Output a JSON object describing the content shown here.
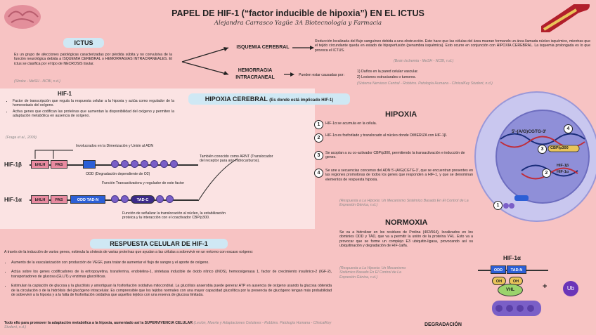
{
  "header": {
    "title": "PAPEL DE HIF-1 (“factor inducible de hipoxia”) EN EL ICTUS",
    "subtitle": "Alejandra Carrasco Yagüe 3A Biotecnología y Farmacia"
  },
  "ictus": {
    "label": "ICTUS",
    "text": "Es un grupo de afecciones patológicas caracterizadas por pérdida súbita y no convulsiva de la función neurológica debida a ISQUEMIA CEREBRAL o HEMORRAGIAS INTRACRANEALES. El ictus se clasifica por el tipo de NECROSIS tisular.",
    "cite": "(Stroke - MeSH - NCBI, n.d.)",
    "isquemia_label": "ISQUEMIA CEREBRAL",
    "hemorragia_label": "HEMORRAGIA INTRACRANEAL",
    "isquemia_text": "Reducción localizada del flujo sanguíneo debida a una obstrucción. Esto hace que las células del área mueran formando un área llamada núcleo isquémico, mientras que el tejido circundante queda en estado de hipoperfusión (penumbra isquémica). Esto ocurre en conjunción con HIPOXIA CEREBRAL. La isquemia prolongada es lo que provoca el ICTUS.",
    "isquemia_cite": "(Brain Ischemia - MeSH - NCBI, n.d.)",
    "hemorragia_intro": "Pueden estar causadas por:",
    "hemorragia_causes": [
      "1)    Daños en la pared celular vascular.",
      "2)    Lesiones estructurales o tumores."
    ],
    "hemorragia_cite": "(Sistema Nervioso Central - Robbins. Patología Humana - ClinicalKey Student, n.d.)"
  },
  "hif1": {
    "label": "HIF-1",
    "bullets": [
      "Factor de transcripción que regula la respuesta celular a la hipoxia y actúa como regulador de la homeostasis del oxígeno.",
      "Activa genes que codifican las proteínas que aumentan la disponibilidad del oxígeno y permiten la adaptación metabólica en ausencia de oxígeno."
    ],
    "cite": "(Fraga et al., 2009)"
  },
  "hipoxia_cerebral": {
    "label": "HIPOXIA CEREBRAL",
    "sub": "(Es donde está implicado HIF-1)"
  },
  "gene_diagram": {
    "involved": "Involucrados en la Dimerización y Unión al ADN",
    "arnt": "También conocido como ARNT (Translocador del receptor para ario hidrocarburos).",
    "hif1b_label": "HIF-1β",
    "hif1a_label": "HIF-1α",
    "bhlh": "bHLH",
    "pas": "PAS",
    "odd": "ODD",
    "tadn": "TAD-N",
    "tadc": "TAD-C",
    "odd_note": "ODD (Degradación dependiente de O2)",
    "tad_note": "Función Transactivadora y regulador de este factor",
    "tadc_note": "Función de señalizar la translocación al núcleo, la estabilización proteica y la interacción con el coactivador CBP/p300."
  },
  "respuesta": {
    "label": "RESPUESTA CELULAR DE HIF-1",
    "intro": "A través de la inducción de varios genes, estimula la síntesis de varias proteínas que ayudan a las células a sobrevivir en un entorno con escaso oxígeno:",
    "bullets": [
      "Aumento de la vascularización con producción de VEGF, para tratar de aumentar el flujo de sangre y el aporte de oxígeno.",
      "Actúa sobre los genes codificadores de la eritropoyetina, transferrina, endotelina-1, sintetasa inducible de óxido nítrico (iNOS), hemooxigenasa 1, factor de crecimiento insulínico-2 (IGF-2), transportadores de glucosa (GLUT) y enzimas glucolíticas.",
      "Estimulan la captación de glucosa y la glucólisis y amortiguan la fosforilación oxidativa mitocondrial. La glucólisis anaerobia puede generar ATP en ausencia de oxígeno usando la glucosa obtenida de la circulación o de la hidrólisis del glucógeno intracelular. Es comprensible que los tejidos normales con una mayor capacidad glucolítica por la presencia de glucógeno tengan más probabilidad de sobrevivir a la hipoxia y a la falta de fosforilación oxidativa que aquellos tejidos con una reserva de glucosa limitada."
    ],
    "conclusion": "Todo ello para promover la adaptación metabólica a la hipoxia, aumentado así la SUPERVIVENCIA CELULAR",
    "cite": "(Lesión, Muerte y Adaptaciones Celulares - Robbins. Patología Humana - ClinicalKey Student, n.d.)"
  },
  "hipoxia": {
    "label": "HIPOXIA",
    "steps": [
      "HIF-1α se acumula en la célula.",
      "HIF-1α es fosforilado y translocado al núcleo donde DIMERIZA con HIF-1β.",
      "Se acoplan a su co-activador CBP/p300, permitiendo la transactivación e inducción de genes.",
      "Se une a secuencias concenso del ADN 5'-(A/G)CGTG-3', que se encuentran presentes en las regiones promotoras de todos los genes que responden a HIF-1, y que se denominan elementos de respuesta hipoxia."
    ],
    "cite": "(Respuesta a La Hipoxia: Un Mecanismo Sistémico Basado En El Control de La Expresión Génica, n.d.)"
  },
  "normoxia": {
    "label": "NORMOXIA",
    "text": "Se va a hidrolizar en los residuos de Prolina (402/564), localizados en los dominios ODD y TAD, que va a permitir la unión de la proteína VHL. Esto va a provocar que se forme un complejo E3 ubiquitin-ligasa, provocando así su ubiquitinación y degradación de HIF-1alfa.",
    "cite": "(Respuesta a La Hipoxia: Un Mecanismo Sistémico Basado En El Control de La Expresión Génica, n.d.)",
    "hif1a": "HIF-1α",
    "oh": "OH",
    "vhl": "VHL",
    "ub": "Ub",
    "degradacion": "DEGRADACIÓN"
  },
  "cell": {
    "dna_seq": "5'-(A/G)CGTG-3'",
    "cbp": "CBP/p300",
    "hif1b": "HIF-1β",
    "hif1a": "HIF-1α",
    "n1": "1",
    "n2": "2",
    "n3": "3",
    "n4": "4"
  }
}
